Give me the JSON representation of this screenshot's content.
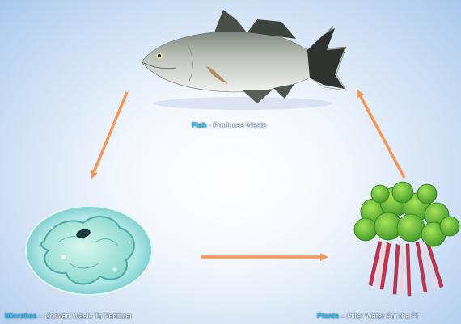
{
  "fish": {
    "name": "Fish",
    "caption": " - Produces Waste",
    "name_color": "#1fc4ee"
  },
  "microbes": {
    "name": "Microbes",
    "caption": " – Convert Waste To Fertilizer",
    "name_color": "#2cc6f0"
  },
  "plants": {
    "name": "Plants",
    "caption": " – Filter Water For the Fi",
    "name_color": "#2cc6f0"
  },
  "arrow_color": "#f4975a"
}
